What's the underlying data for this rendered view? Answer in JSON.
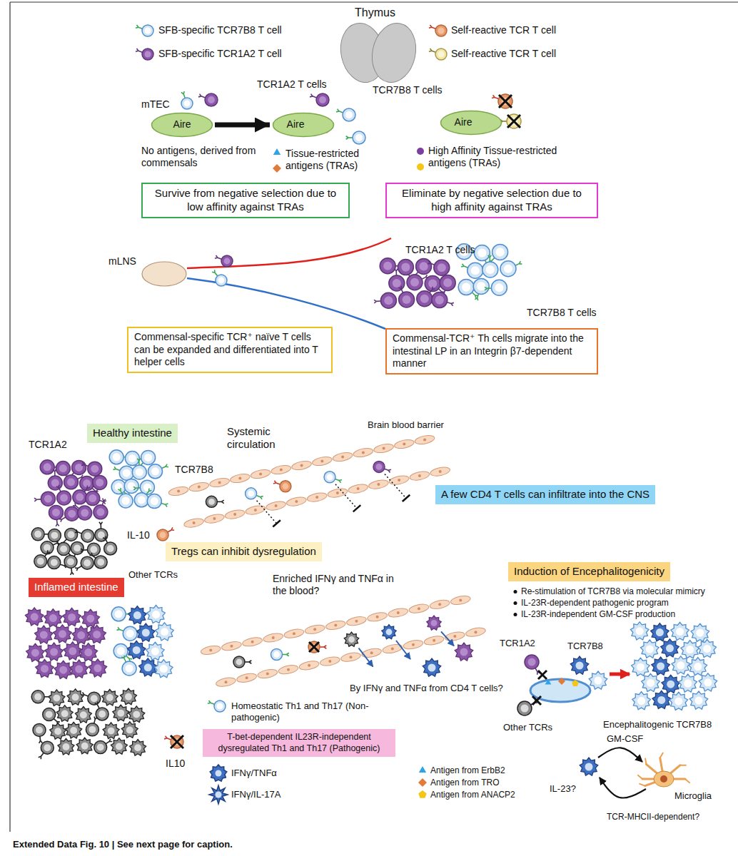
{
  "diagram": {
    "caption": "Extended Data Fig. 10 | See next page for caption.",
    "nodes": [
      {
        "text": [
          "Aire"
        ]
      },
      {
        "text": [
          "Aire"
        ]
      },
      {
        "text": [
          "Aire"
        ]
      },
      {
        "text": [
          "Survive from negative selection due to low affinity against TRAs"
        ]
      },
      {
        "text": [
          "Eliminate by negative selection due to high affinity against TRAs"
        ]
      },
      {
        "text": [
          "Commensal-specific TCR⁺ naïve T cells can be expanded and differentiated into T helper cells"
        ]
      },
      {
        "text": [
          "Commensal-TCR⁺ Th cells migrate into the intestinal LP in an Integrin β7-dependent manner"
        ]
      },
      {
        "text": [
          "Healthy intestine"
        ]
      },
      {
        "text": [
          "A few CD4 T cells can infiltrate into the CNS"
        ]
      },
      {
        "text": [
          "Tregs can inhibit dysregulation"
        ]
      },
      {
        "text": [
          "Inflamed intestine"
        ]
      },
      {
        "text": [
          "T-bet-dependent IL23R-independent dysregulated Th1 and Th17 (Pathogenic)"
        ]
      },
      {
        "text": [
          "Induction of Encephalitogenicity"
        ]
      }
    ],
    "edges": [
      {
        "from": 0,
        "to": 1,
        "arrow": "to"
      }
    ],
    "labels": [
      "Thymus",
      "mTEC",
      "TCR1A2 T cells",
      "TCR7B8 T cells",
      "No antigens, derived from commensals",
      "Tissue-restricted antigens (TRAs)",
      "High Affinity Tissue-restricted antigens (TRAs)",
      "mLNS",
      "TCR1A2 T cells",
      "TCR7B8 T cells",
      "TCR1A2",
      "TCR7B8",
      "Systemic circulation",
      "Brain blood barrier",
      "IL-10",
      "Other TCRs",
      "Enriched IFNγ and TNFα in the blood?",
      "By IFNγ and TNFα from CD4 T cells?",
      "IL10",
      "Re-stimulation of TCR7B8 via molecular mimicry",
      "IL-23R-dependent pathogenic program",
      "IL-23R-independent GM-CSF production",
      "TCR1A2",
      "TCR7B8",
      "Other TCRs",
      "Encephalitogenic TCR7B8",
      "GM-CSF",
      "IL-23?",
      "Microglia",
      "TCR-MHCII-dependent?"
    ],
    "legend": [
      {
        "text": "SFB-specific TCR7B8 T cell",
        "color": "#d4e6f6"
      },
      {
        "text": "SFB-specific TCR1A2 T cell",
        "color": "#8b55a8"
      },
      {
        "text": "Self-reactive TCR T cell",
        "color": "#e79a68"
      },
      {
        "text": "Self-reactive TCR T cell",
        "color": "#f3e7a8"
      },
      {
        "text": "Homeostatic Th1 and Th17 (Non-pathogenic)",
        "color": "#d4e6f6"
      },
      {
        "text": "IFNγ/TNFα",
        "color": "#3f6fc0"
      },
      {
        "text": "IFNγ/IL-17A",
        "color": "#3f6fc0"
      },
      {
        "text": "Antigen from ErbB2",
        "color": "#2ea3e8"
      },
      {
        "text": "Antigen from TRO",
        "color": "#e07b39"
      },
      {
        "text": "Antigen from ANACP2",
        "color": "#f5c518"
      }
    ]
  }
}
